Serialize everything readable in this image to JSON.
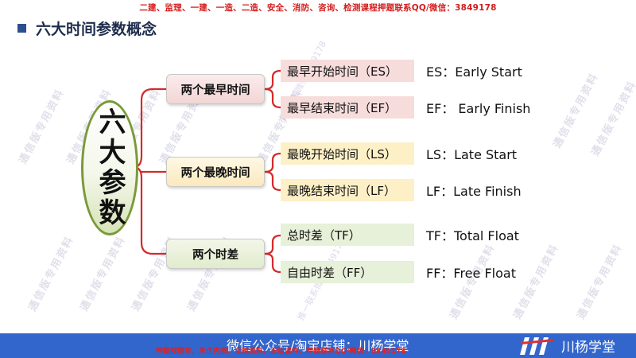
{
  "top_banner": "二建、监理、一建、一造、二造、安全、消防、咨询、检测课程押题联系QQ/微信：3849178",
  "title": "六大时间参数概念",
  "root": "六大参数",
  "groups": [
    {
      "label": "两个最早时间",
      "items": [
        {
          "name": "最早开始时间（ES）",
          "abbr": "ES：Early Start"
        },
        {
          "name": "最早结束时间（EF）",
          "abbr": "EF：  Early Finish"
        }
      ]
    },
    {
      "label": "两个最晚时间",
      "items": [
        {
          "name": "最晚开始时间（LS）",
          "abbr": "LS：Late Start"
        },
        {
          "name": "最晚结束时间（LF）",
          "abbr": "LF：Late Finish"
        }
      ]
    },
    {
      "label": "两个时差",
      "items": [
        {
          "name": "总时差（TF）",
          "abbr": "TF：Total Float"
        },
        {
          "name": "自由时差（FF）",
          "abbr": "FF：Free Float"
        }
      ]
    }
  ],
  "watermarks": {
    "phrase": "通信版专用资料",
    "contact": "推一联系微信3849178"
  },
  "footer": {
    "center_text": "微信公众号/淘宝店铺：川杨学堂",
    "red_text": "押题授精华，关企内部、全部资料、正版课件、押题联系QQ/微信：3849178",
    "logo_text": "川杨学堂"
  },
  "colors": {
    "bracket": "#d42a2a",
    "footer_bg": "#3366cc",
    "title_square": "#2b4f8f",
    "root_border": "#7a9a3a"
  },
  "icons": {
    "title_marker": "square-bullet-icon",
    "logo": "chuanyang-logo-icon"
  }
}
